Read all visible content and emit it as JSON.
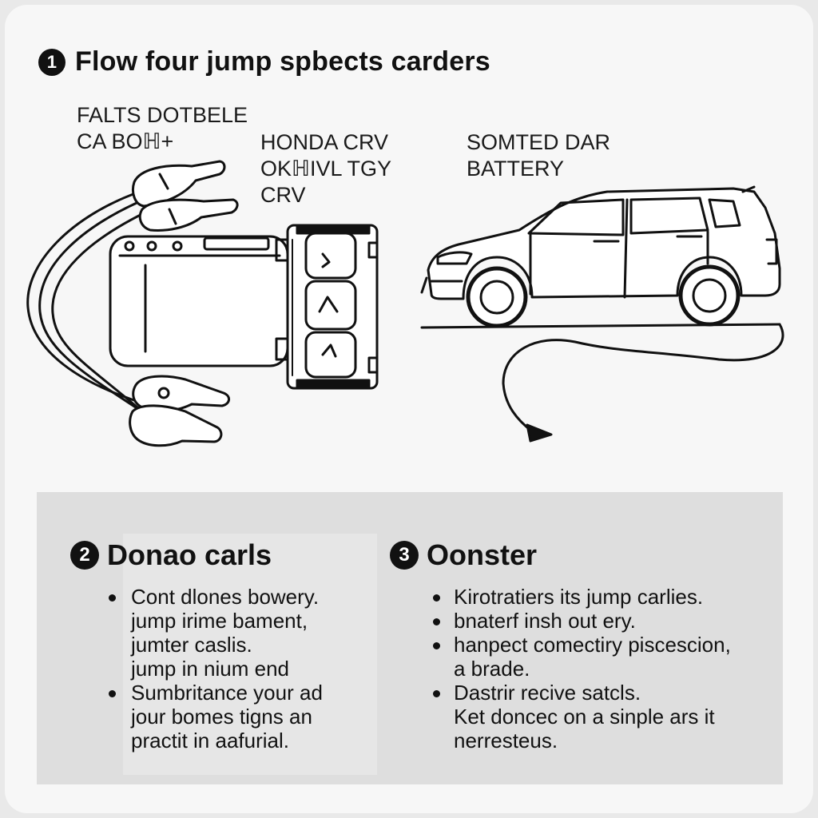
{
  "title": {
    "number": "1",
    "text": "Flow four jump spbects carders"
  },
  "labels": {
    "booster": "FALTS DOTBELE\nCA BOℍ+",
    "car_model": "HONDA CRV\nOKℍIVL TGY\nCRV",
    "target": "SOMTED DAR\nBATTERY"
  },
  "sections": [
    {
      "number": "2",
      "heading": "Donao carls",
      "bullets": [
        {
          "lines": [
            "Cont dlones bowery.",
            "jump irime bament,",
            "jumter caslis.",
            "jump in nium end"
          ]
        },
        {
          "lines": [
            "Sumbritance your ad",
            "jour bomes tigns an",
            "practit in aafurial."
          ]
        }
      ]
    },
    {
      "number": "3",
      "heading": "Oonster",
      "bullets": [
        {
          "lines": [
            "Kirotratiers its jump carlies."
          ]
        },
        {
          "lines": [
            "bnaterf insh out ery."
          ]
        },
        {
          "lines": [
            "hanpect comectiry piscescion,",
            "a brade."
          ]
        },
        {
          "lines": [
            "Dastrir recive satcls.",
            "Ket doncec on a sinple ars it",
            "nerresteus."
          ]
        }
      ]
    }
  ]
}
